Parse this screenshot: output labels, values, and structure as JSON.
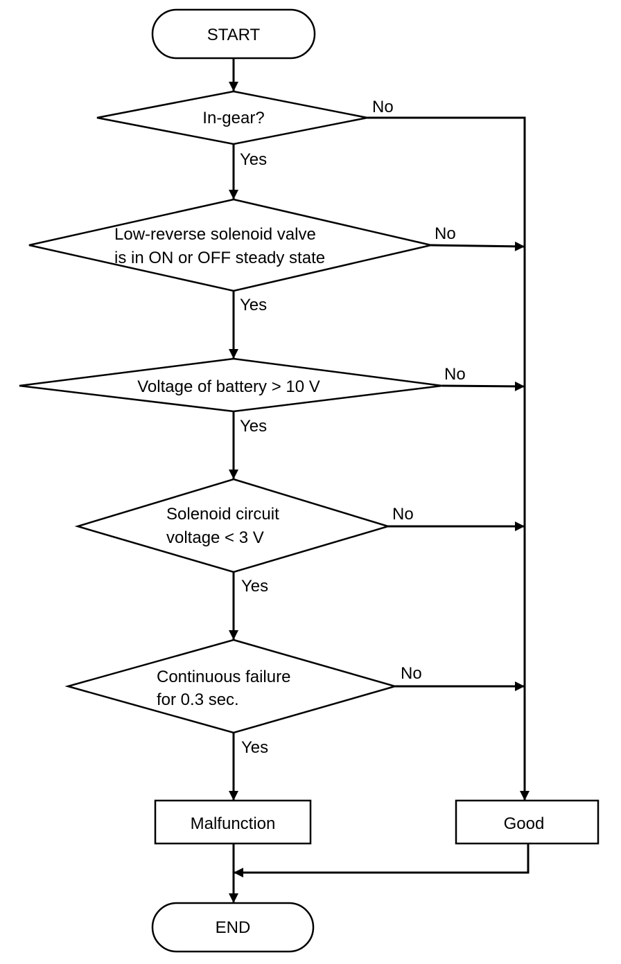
{
  "start": "START",
  "end": "END",
  "decisions": [
    {
      "lines": [
        "In-gear?"
      ],
      "yes": "Yes",
      "no": "No"
    },
    {
      "lines": [
        "Low-reverse solenoid valve",
        "is in ON or OFF steady state"
      ],
      "yes": "Yes",
      "no": "No"
    },
    {
      "lines": [
        "Voltage of battery > 10 V"
      ],
      "yes": "Yes",
      "no": "No"
    },
    {
      "lines": [
        "Solenoid circuit",
        "voltage < 3 V"
      ],
      "yes": "Yes",
      "no": "No"
    },
    {
      "lines": [
        "Continuous failure",
        "for 0.3 sec."
      ],
      "yes": "Yes",
      "no": "No"
    }
  ],
  "outcomes": {
    "malfunction": "Malfunction",
    "good": "Good"
  }
}
